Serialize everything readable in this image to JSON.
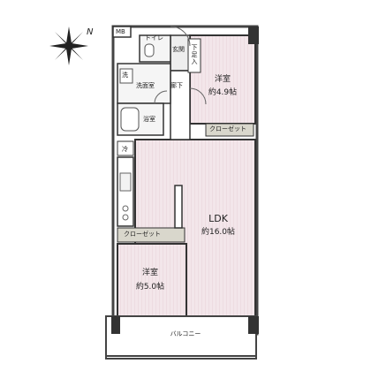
{
  "compass": {
    "north_label": "N"
  },
  "rooms": {
    "western_room_1": {
      "name": "洋室",
      "area": "約4.9帖"
    },
    "ldk": {
      "name": "LDK",
      "area": "約16.0帖"
    },
    "western_room_2": {
      "name": "洋室",
      "area": "約5.0帖"
    }
  },
  "labels": {
    "mb": "MB",
    "toilet": "トイレ",
    "entrance": "玄関",
    "shoe_storage": "下足入",
    "washbasin": "洗",
    "washroom": "洗面室",
    "hallway": "廊下",
    "bathroom": "浴室",
    "closet_upper": "クローゼット",
    "closet_lower": "クローゼット",
    "fridge": "冷",
    "balcony": "バルコニー"
  },
  "colors": {
    "floor_pink": "#f2e4e8",
    "wet_area": "#f4f4f4",
    "closet_fill": "#d9d7cc",
    "wall": "#3a3a3a"
  }
}
